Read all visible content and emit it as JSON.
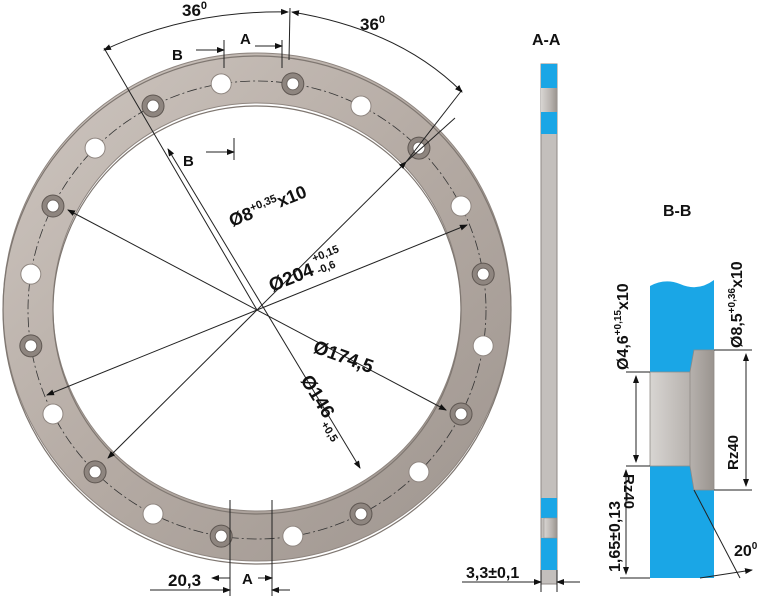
{
  "labels": {
    "angle_left": "36",
    "angle_right": "36",
    "deg": "0",
    "sec_b": "B",
    "sec_a": "A",
    "hole_dia": "Ø8",
    "hole_tol": "+0,35",
    "hole_count": "x10",
    "dia204": "Ø204",
    "dia204_tol_up": "+0,15",
    "dia204_tol_low": "-0,6",
    "dia174": "Ø174,5",
    "dia146": "Ø146",
    "dia146_tol": "+0,5",
    "width203": "20,3",
    "title_aa": "A-A",
    "title_bb": "B-B",
    "thickness": "3,3±0,1",
    "hole46": "Ø4,6",
    "hole46_tol": "+0,15",
    "hole46_count": "x10",
    "hole85": "Ø8,5",
    "hole85_tol": "+0,36",
    "hole85_count": "x10",
    "rz_right": "Rz40",
    "rz_left": "Rz40",
    "depth": "1,65±0,13",
    "angle20": "20"
  },
  "colors": {
    "ring_fill": "#b9afa8",
    "ring_edge": "#8f8680",
    "section_blue": "#1aa6e6",
    "bore_grey": "#c7c3c0"
  }
}
